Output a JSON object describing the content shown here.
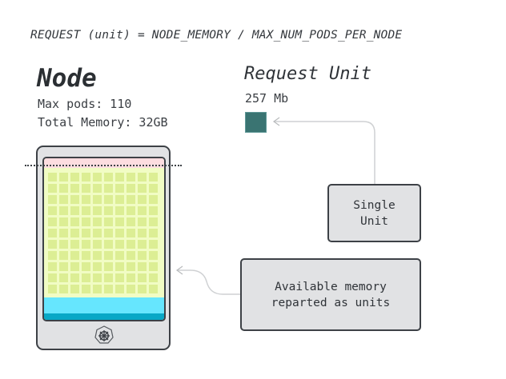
{
  "formula": "REQUEST (unit) = NODE_MEMORY / MAX_NUM_PODS_PER_NODE",
  "node": {
    "title": "Node",
    "max_pods_line": "Max pods: 110",
    "total_memory_line": "Total Memory: 32GB",
    "grid": {
      "columns": 10,
      "rows": 11,
      "units": 110
    }
  },
  "request_unit": {
    "title": "Request Unit",
    "size": "257 Mb"
  },
  "callouts": {
    "single_unit": [
      "Single",
      "Unit"
    ],
    "available_memory": [
      "Available memory",
      "reparted as units"
    ]
  },
  "icons": {
    "node_badge": "kubernetes-icon",
    "arrow": "arrow-left-icon"
  },
  "colors": {
    "unit": "#3a7472",
    "reserved": "#fddde0",
    "available": "#f1fcc4",
    "unit_cell": "#dcee94",
    "system": "#66e6fe",
    "system_dark": "#08a8c6",
    "box": "#e1e2e4"
  }
}
